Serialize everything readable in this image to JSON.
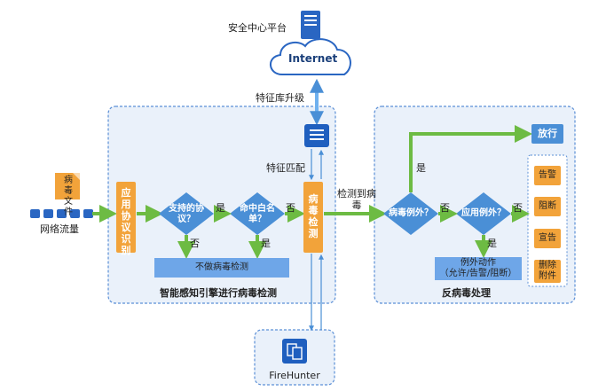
{
  "top": {
    "platform_label": "安全中心平台",
    "internet_label": "Internet",
    "upgrade_label": "特征库升级"
  },
  "input": {
    "virus_file_label": "病毒文件",
    "traffic_label": "网络流量"
  },
  "engine": {
    "app_protocol_id": "应用协议识别",
    "supported_protocol": "支持的协议？",
    "whitelist_hit": "命中白名单？",
    "yes": "是",
    "no": "否",
    "no_scan": "不做病毒检测",
    "signature_match": "特征匹配",
    "virus_detect": "病毒检测",
    "section_title": "智能感知引擎进行病毒检测"
  },
  "transfer": {
    "detected_virus": "检测到病毒"
  },
  "response": {
    "virus_exception": "病毒例外？",
    "app_exception": "应用例外？",
    "yes": "是",
    "no": "否",
    "exception_action_line1": "例外动作",
    "exception_action_line2": "（允许/告警/阻断）",
    "allow": "放行",
    "actions": [
      "告警",
      "阻断",
      "宣告",
      "删除附件"
    ],
    "section_title": "反病毒处理"
  },
  "firehunter": {
    "label": "FireHunter"
  },
  "colors": {
    "orange": "#f2a33a",
    "blue": "#4a8fd6",
    "green": "#6dbb43",
    "panel": "#eaf1fa",
    "dash": "#5b8fd6"
  }
}
